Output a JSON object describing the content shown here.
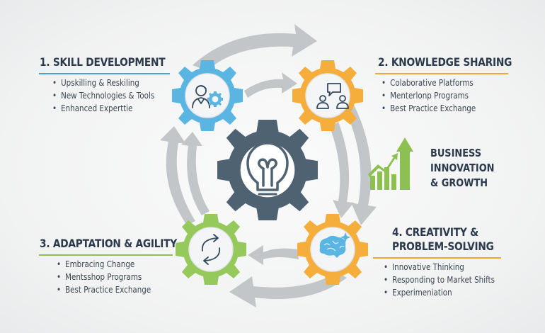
{
  "diagram": {
    "center": {
      "icon": "lightbulb-icon",
      "color": "#4e6272"
    },
    "steps": [
      {
        "number": "1.",
        "title": "1. SKILL DEVELOPMENT",
        "accent": "#4aa3d8",
        "gear_color": "#5bb5e3",
        "icon": "person-gear-icon",
        "items": [
          "Upskilling & Reskiling",
          "New Technologies & Tools",
          "Enhanced Experttie"
        ]
      },
      {
        "number": "2.",
        "title": "2. KNOWLEDGE SHARING",
        "accent": "#f0a830",
        "gear_color": "#f5ae3c",
        "icon": "people-chat-icon",
        "items": [
          "Colaborative Platforms",
          "Menterlonp Programs",
          "Best Practice Exchange"
        ]
      },
      {
        "number": "3.",
        "title": "3. ADAPTATION & AGILITY",
        "accent": "#8cc152",
        "gear_color": "#95c95b",
        "icon": "refresh-cycle-icon",
        "items": [
          "Embracing Change",
          "Mentsshop Programs",
          "Best Practice Exchange"
        ]
      },
      {
        "number": "4.",
        "title_line1": "4. CREATIVITY &",
        "title_line2": "PROBLEM-SOLVING",
        "accent": "#f0a830",
        "gear_color": "#f5ae3c",
        "icon": "brain-sparkle-icon",
        "items": [
          "Innovative Thinking",
          "Responding to Market Shifts",
          "Experimeniation"
        ]
      }
    ],
    "outcome": {
      "line1": "BUSINESS",
      "line2": "INNOVATION",
      "line3": "& GROWTH",
      "icon": "growth-chart-arrow-icon",
      "color": "#8cc152"
    },
    "arrow_color": "#c3c6c8"
  }
}
